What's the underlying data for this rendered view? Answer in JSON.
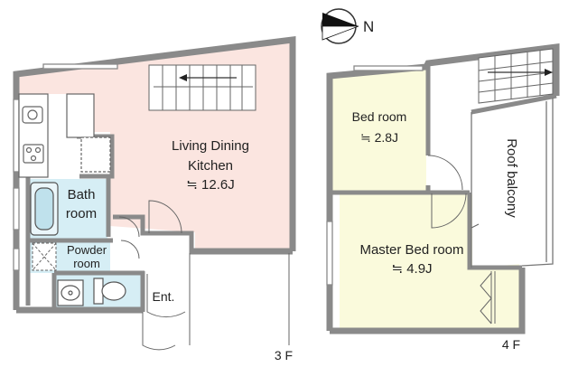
{
  "compass": {
    "label": "N"
  },
  "floor3": {
    "label": "3 F",
    "ldk": {
      "line1": "Living Dining",
      "line2": "Kitchen",
      "area": "≒ 12.6J"
    },
    "bath": {
      "line1": "Bath",
      "line2": "room"
    },
    "powder": {
      "line1": "Powder",
      "line2": "room"
    },
    "entrance": "Ent."
  },
  "floor4": {
    "label": "4 F",
    "bedroom": {
      "line1": "Bed room",
      "area": "≒ 2.8J"
    },
    "master": {
      "line1": "Master Bed room",
      "area": "≒ 4.9J"
    },
    "balcony": "Roof balcony"
  },
  "colors": {
    "ldk": "#fbe5e0",
    "wet": "#d6eef5",
    "bed": "#fafadc",
    "wall": "#8a8a8a",
    "line": "#666666"
  }
}
